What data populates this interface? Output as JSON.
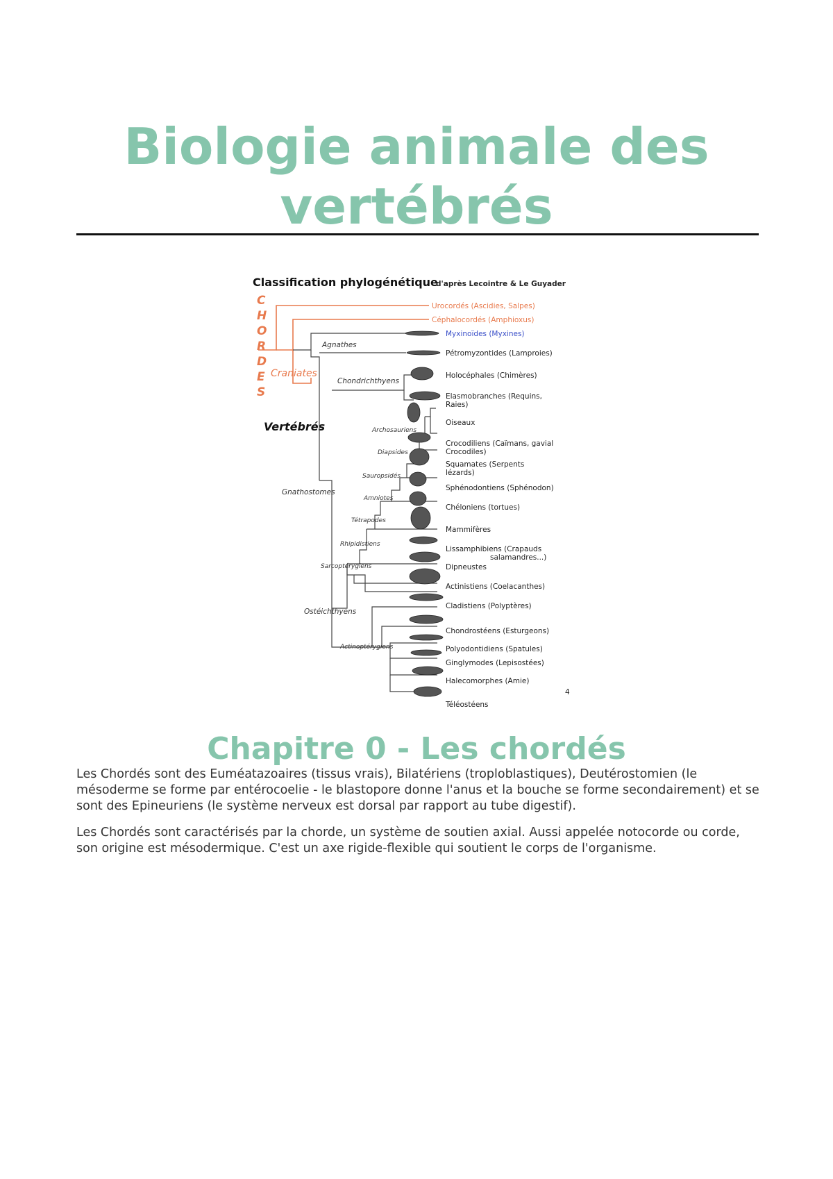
{
  "title": "Biologie animale des vertébrés",
  "figure": {
    "title": "Classification phylogénétique",
    "subtitle": "d'après Lecointre & Le Guyader",
    "chordes_letters": [
      "C",
      "H",
      "O",
      "R",
      "D",
      "E",
      "S"
    ],
    "craniates_label": "Craniates",
    "vertebres_label": "Vertébrés",
    "page_number": "4",
    "orange_taxa": [
      "Urocordés (Ascidies, Salpes)",
      "Céphalocordés (Amphioxus)"
    ],
    "blue_taxon": "Myxinoïdes (Myxines)",
    "taxa": [
      "Pétromyzontides (Lamproies)",
      "Holocéphales (Chimères)",
      "Elasmobranches (Requins,",
      "Raies)",
      "Oiseaux",
      "Crocodiliens (Caïmans, gavial",
      "Crocodiles)",
      "Squamates (Serpents",
      "lézards)",
      "Sphénodontiens (Sphénodon)",
      "Chéloniens (tortues)",
      "Mammifères",
      "Lissamphibiens (Crapauds",
      "salamandres...)",
      "Dipneustes",
      "Actinistiens (Coelacanthes)",
      "Cladistiens (Polyptères)",
      "Chondrostéens (Esturgeons)",
      "Polyodontidiens (Spatules)",
      "Ginglymodes (Lepisostées)",
      "Halecomorphes (Amie)",
      "Téléostéens"
    ],
    "nodes": [
      "Agnathes",
      "Chondrichthyens",
      "Archosauriens",
      "Diapsides",
      "Sauropsidés",
      "Amniotes",
      "Tétrapodes",
      "Rhipidistiens",
      "Sarcoptérygiens",
      "Gnathostomes",
      "Ostéichthyens",
      "Actinoptérygiens"
    ]
  },
  "chapter_title": "Chapitre 0 - Les chordés",
  "paragraphs": [
    "Les Chordés sont des Euméatazoaires (tissus vrais), Bilatériens (troploblastiques), Deutérostomien (le mésoderme se forme par entérocoelie - le blastopore donne l'anus et la bouche se forme secondairement) et se sont des Epineuriens (le système nerveux est dorsal par rapport au tube digestif).",
    "Les Chordés sont caractérisés par la chorde, un système de soutien axial. Aussi appelée notocorde ou corde, son origine est mésodermique. C'est un axe rigide-flexible qui soutient le corps de l'organisme."
  ],
  "colors": {
    "heading": "#86c5ac",
    "body_text": "#333333",
    "figure_orange": "#e87a4d",
    "figure_blue": "#3a4fc8"
  }
}
